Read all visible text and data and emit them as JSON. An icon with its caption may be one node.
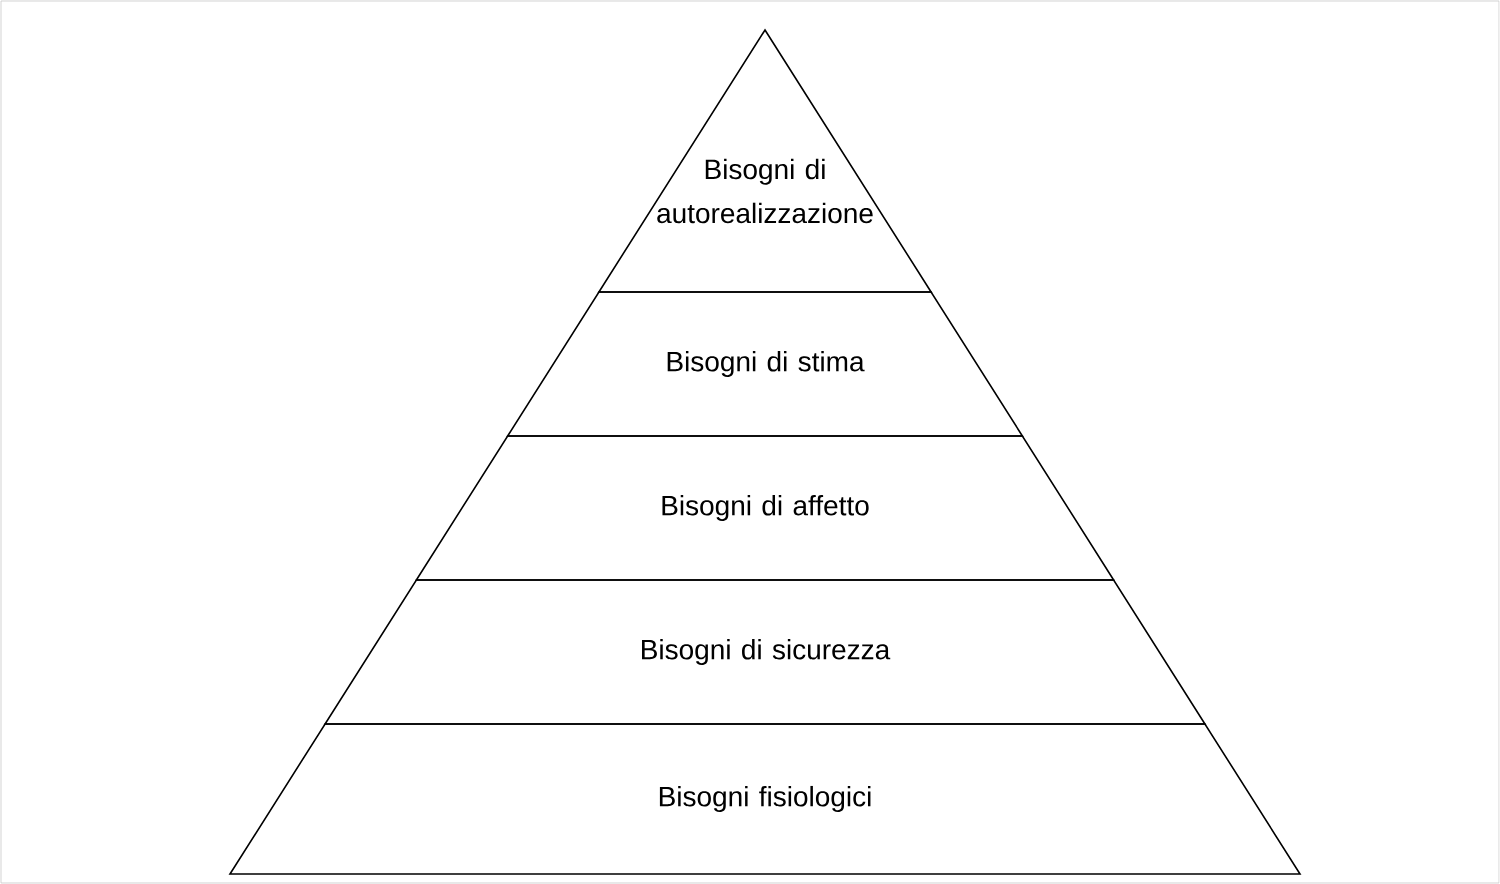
{
  "diagram": {
    "nodes": [
      {
        "text": [
          "Bisogni di autorealizzazione"
        ]
      },
      {
        "text": [
          "Bisogni di stima"
        ]
      },
      {
        "text": [
          "Bisogni di affetto"
        ]
      },
      {
        "text": [
          "Bisogni di sicurezza"
        ]
      },
      {
        "text": [
          "Bisogni fisiologici"
        ]
      }
    ]
  }
}
